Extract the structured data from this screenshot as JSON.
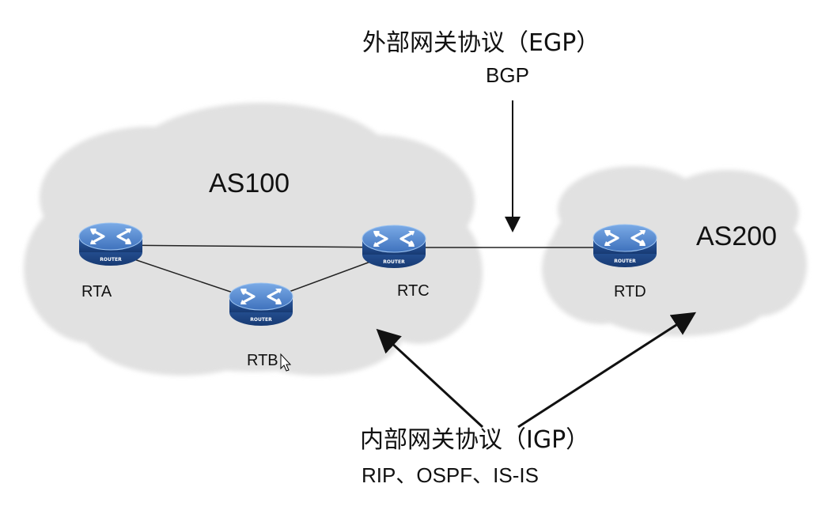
{
  "egp": {
    "title": "外部网关协议（EGP）",
    "subtitle": "BGP"
  },
  "igp": {
    "title": "内部网关协议（IGP）",
    "subtitle": "RIP、OSPF、IS-IS"
  },
  "as100": {
    "label": "AS100"
  },
  "as200": {
    "label": "AS200"
  },
  "routers": {
    "rta": {
      "label": "RTA",
      "badge": "ROUTER"
    },
    "rtb": {
      "label": "RTB",
      "badge": "ROUTER"
    },
    "rtc": {
      "label": "RTC",
      "badge": "ROUTER"
    },
    "rtd": {
      "label": "RTD",
      "badge": "ROUTER"
    }
  },
  "colors": {
    "cloud": "#e1e1e1",
    "router_top": "#5b8ed0",
    "router_side": "#2c5aa0",
    "line": "#222222"
  }
}
